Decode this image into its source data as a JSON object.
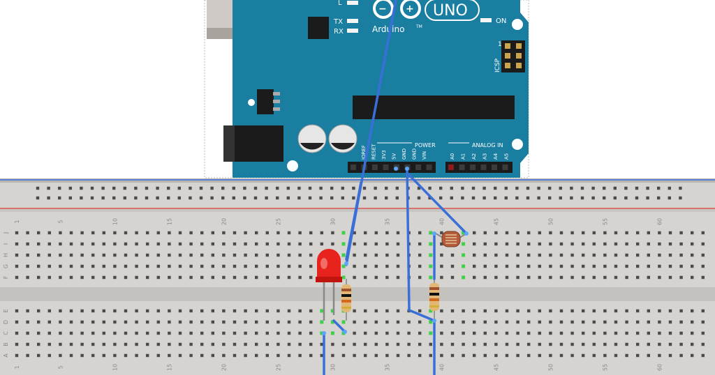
{
  "arduino": {
    "model": "UNO",
    "brand": "Arduino",
    "trademark": "TM",
    "led_l": "L",
    "led_tx": "TX",
    "led_rx": "RX",
    "led_on": "ON",
    "icsp": "ICSP",
    "icsp_pin1": "1",
    "power_header": "POWER",
    "analog_header": "ANALOG IN",
    "power_pins": [
      "IOREF",
      "RESET",
      "3V3",
      "5V",
      "GND",
      "GND",
      "VIN"
    ],
    "analog_pins": [
      "A0",
      "A1",
      "A2",
      "A3",
      "A4",
      "A5"
    ],
    "board_color": "#1a7ea1"
  },
  "breadboard": {
    "column_numbers": [
      "1",
      "5",
      "10",
      "15",
      "20",
      "25",
      "30",
      "35",
      "40",
      "45",
      "50",
      "55",
      "60"
    ],
    "row_letters_top": [
      "J",
      "I",
      "H",
      "G",
      "F"
    ],
    "row_letters_bottom": [
      "E",
      "D",
      "C",
      "B",
      "A"
    ],
    "rail_red": "#d9534f"
  },
  "components": {
    "led_color": "#e8221c",
    "wire_color": "#3a6fd8",
    "resistor_bands": [
      "#a0522d",
      "#111111",
      "#d2691e",
      "#d4af37"
    ]
  }
}
